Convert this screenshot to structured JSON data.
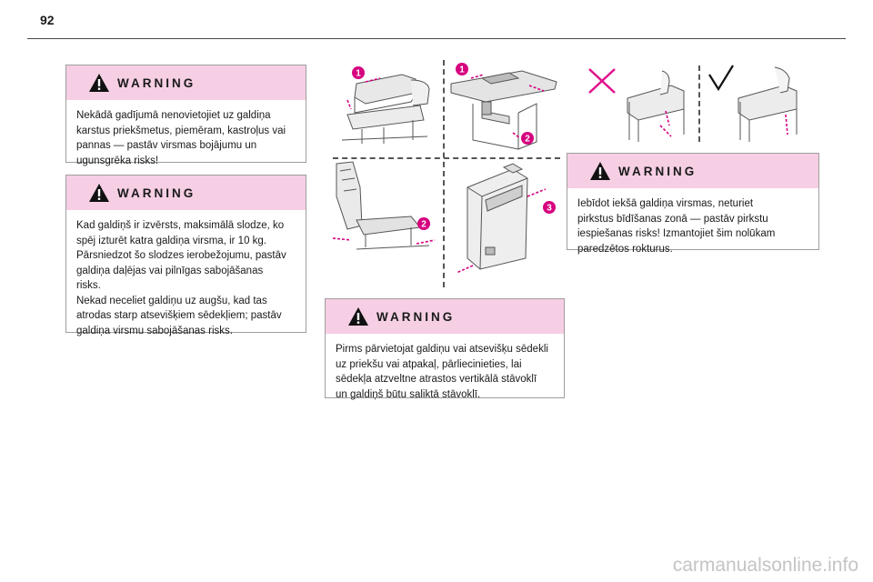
{
  "page": {
    "number": "92"
  },
  "warnings": [
    {
      "title": "WARNING",
      "lines": [
        "Nekādā gadījumā nenovietojiet uz galdiņa",
        "karstus priekšmetus, piemēram, kastroļus vai",
        "pannas — pastāv virsmas bojājumu un",
        "ugunsgrēka risks!"
      ]
    },
    {
      "title": "WARNING",
      "lines": [
        "Kad galdiņš ir izvērsts, maksimālā slodze, ko",
        "spēj izturēt katra galdiņa virsma, ir 10 kg.",
        "Pārsniedzot šo slodzes ierobežojumu, pastāv",
        "galdiņa daļējas vai pilnīgas sabojāšanas",
        "risks.",
        "Nekad neceliet galdiņu uz augšu, kad tas",
        "atrodas starp atsevišķiem sēdekļiem; pastāv",
        "galdiņa virsmu sabojāšanas risks."
      ]
    },
    {
      "title": "WARNING",
      "lines": [
        "Pirms pārvietojat galdiņu vai atsevišķu sēdekli",
        "uz priekšu vai atpakaļ, pārliecinieties, lai",
        "sēdekļa atzveltne atrastos vertikālā stāvoklī",
        "un galdiņš būtu saliktā stāvoklī."
      ]
    },
    {
      "title": "WARNING",
      "lines": [
        "Iebīdot iekšā galdiņa virsmas, neturiet",
        "pirkstus bīdīšanas zonā — pastāv pirkstu",
        "iespiešanas risks! Izmantojiet šim nolūkam",
        "paredzētos rokturus."
      ]
    }
  ],
  "callouts": {
    "step1a": "1",
    "step1b": "1",
    "step2a": "2",
    "step2b": "2",
    "step3": "3"
  },
  "icons": {
    "warning": "warning-triangle-icon",
    "wrong": "cross-mark-icon",
    "right": "check-mark-icon"
  },
  "colors": {
    "warning_header": "#f6cfe4",
    "callout": "#d6007f",
    "cross": "#e0118c",
    "border": "#9e9e9e"
  },
  "footer": {
    "watermark": "carmanualsonline.info"
  }
}
